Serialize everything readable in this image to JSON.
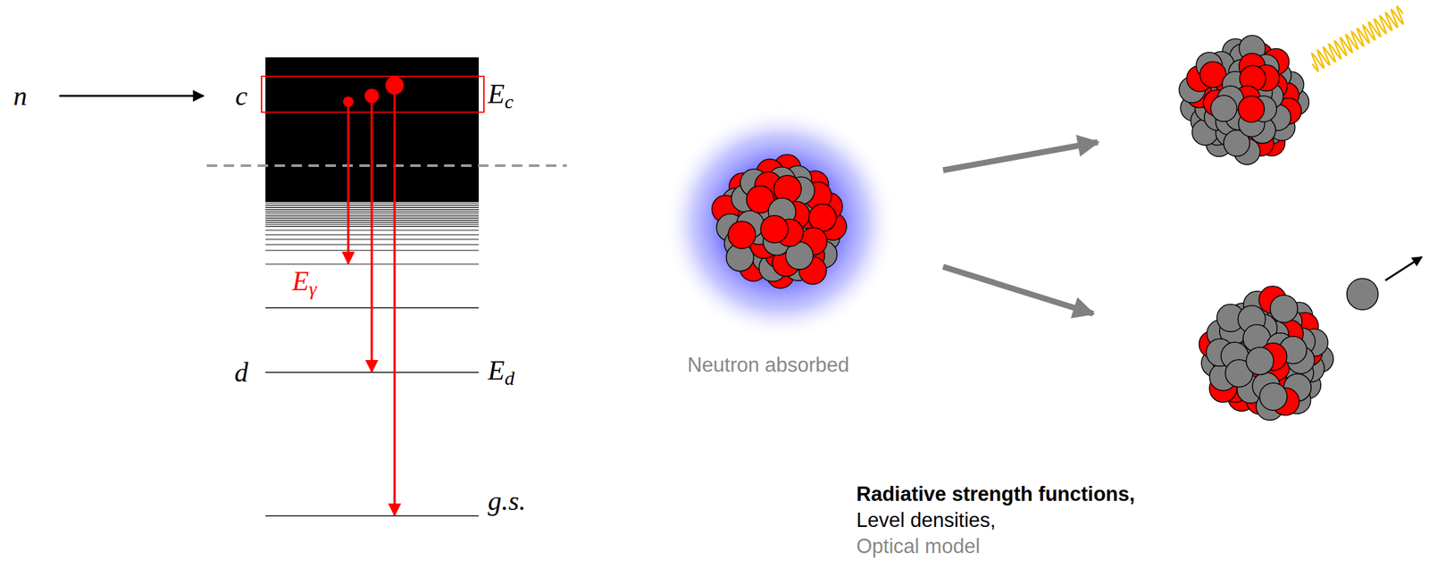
{
  "diagram": {
    "labels": [
      "n",
      "c",
      "Ec",
      "Eγ",
      "d",
      "Ed",
      "g.s.",
      "Neutron absorbed",
      "Radiative strength functions,",
      "Level densities,",
      "Optical model"
    ]
  }
}
